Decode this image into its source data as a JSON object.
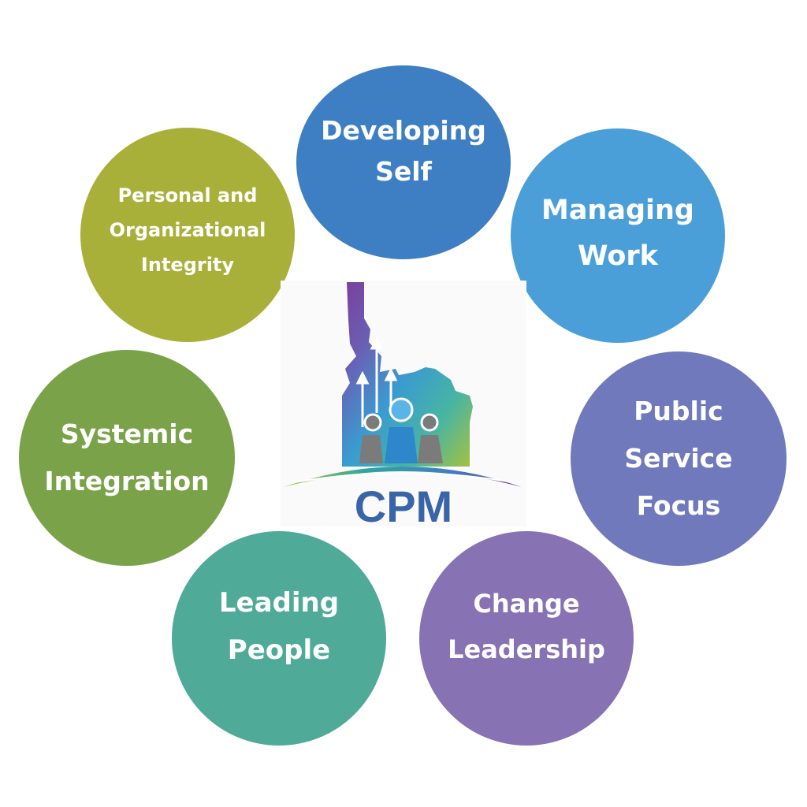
{
  "logo": {
    "text": "CPM"
  },
  "competencies": {
    "developing_self": {
      "label": "Developing\nSelf",
      "color": "#3E7FC3"
    },
    "managing_work": {
      "label": "Managing\nWork",
      "color": "#4B9FD9"
    },
    "public_service_focus": {
      "label": "Public\nService\nFocus",
      "color": "#6F79BC"
    },
    "change_leadership": {
      "label": "Change\nLeadership",
      "color": "#8772B4"
    },
    "leading_people": {
      "label": "Leading\nPeople",
      "color": "#4FAA98"
    },
    "systemic_integration": {
      "label": "Systemic\nIntegration",
      "color": "#7AA349"
    },
    "personal_organizational_integrity": {
      "label": "Personal and\nOrganizational\nIntegrity",
      "color": "#A9B03A"
    }
  }
}
